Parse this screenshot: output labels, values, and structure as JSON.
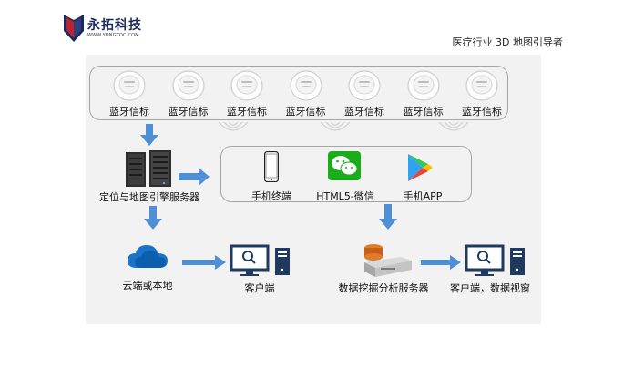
{
  "header": {
    "brand_name": "永拓科技",
    "brand_url": "WWW.YONGTOC.COM",
    "page_title": "医疗行业 3D 地图引导者"
  },
  "diagram": {
    "beacons": [
      {
        "label": "蓝牙信标"
      },
      {
        "label": "蓝牙信标"
      },
      {
        "label": "蓝牙信标"
      },
      {
        "label": "蓝牙信标"
      },
      {
        "label": "蓝牙信标"
      },
      {
        "label": "蓝牙信标"
      },
      {
        "label": "蓝牙信标"
      }
    ],
    "server_label": "定位与地图引擎服务器",
    "terminals": {
      "phone_label": "手机终端",
      "wechat_label": "HTML5-微信",
      "app_label": "手机APP"
    },
    "cloud_label": "云端或本地",
    "client_label": "客户端",
    "mining_server_label": "数据挖掘分析服务器",
    "client_view_label": "客户端，数据视窗"
  },
  "colors": {
    "arrow_blue": "#4f8fd6",
    "cloud_blue": "#1a73c9",
    "monitor_navy": "#1e3a5f",
    "wechat_green": "#1aad19"
  },
  "icons": [
    "logo-mark",
    "beacon-icon",
    "server-icon",
    "phone-icon",
    "wechat-icon",
    "play-store-icon",
    "cloud-icon",
    "monitor-icon",
    "mining-server-icon",
    "signal-waves-icon",
    "arrow-icon"
  ]
}
